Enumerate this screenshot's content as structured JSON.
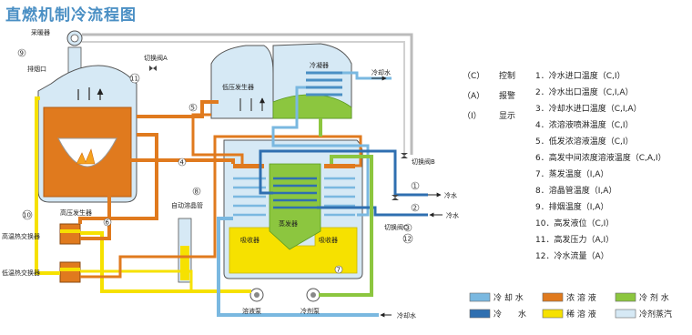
{
  "title": "直燃机制冷流程图",
  "labels": {
    "heater": "采暖器",
    "exhaust": "排烟口",
    "valve_a": "切换阀A",
    "valve_b": "切换阀B",
    "valve_c": "切换阀C",
    "hp_gen": "高压发生器",
    "lp_gen": "低压发生器",
    "condenser": "冷凝器",
    "evaporator": "蒸发器",
    "absorber_l": "吸收器",
    "absorber_r": "吸收器",
    "auto_drain": "自动溶晶管",
    "ht_hex": "高温热交换器",
    "lt_hex": "低温热交换器",
    "sol_pump": "溶液泵",
    "ref_pump": "冷剂泵",
    "cool_water_out": "冷却水",
    "cool_water_in": "冷却水",
    "chill_out": "冷水",
    "chill_in": "冷水",
    "num_1": "1",
    "num_2": "2",
    "num_3": "3",
    "num_4": "4",
    "num_5": "5",
    "num_6": "6",
    "num_7": "7",
    "num_8": "8",
    "num_9": "9",
    "num_10": "10",
    "num_11": "11",
    "num_12": "12"
  },
  "key": [
    {
      "code": "（C）",
      "text": "控制"
    },
    {
      "code": "（A）",
      "text": "报警"
    },
    {
      "code": "（I）",
      "text": "显示"
    }
  ],
  "points": [
    "1．冷水进口温度（C,I）",
    "2．冷水出口温度（C,I,A）",
    "3．冷却水进口温度（C,I,A）",
    "4．浓溶液喷淋温度（C,I）",
    "5．低发浓溶液温度（C,I）",
    "6．高发中间浓度溶液温度（C,A,I）",
    "7．蒸发温度（I,A）",
    "8．溶晶管温度（I,A）",
    "9．排烟温度（I,A）",
    "10．高发液位（C,I）",
    "11．高发压力（A,I）",
    "12．冷水流量（A）"
  ],
  "legend": [
    {
      "label": "冷 却 水",
      "color": "#7ab8e0"
    },
    {
      "label": "浓 溶 液",
      "color": "#e07a1e"
    },
    {
      "label": "冷 剂 水",
      "color": "#8cc63f"
    },
    {
      "label": "冷　　水",
      "color": "#2f6fb0"
    },
    {
      "label": "稀 溶 液",
      "color": "#f6e100"
    },
    {
      "label": "冷剂蒸汽",
      "color": "#d6e9f5"
    }
  ],
  "colors": {
    "cooling_water": "#7ab8e0",
    "strong_solution": "#e07a1e",
    "refrigerant_water": "#8cc63f",
    "chilled_water": "#2f6fb0",
    "weak_solution": "#f6e100",
    "refrigerant_vapor": "#d6e9f5",
    "title": "#4a8fc4"
  }
}
